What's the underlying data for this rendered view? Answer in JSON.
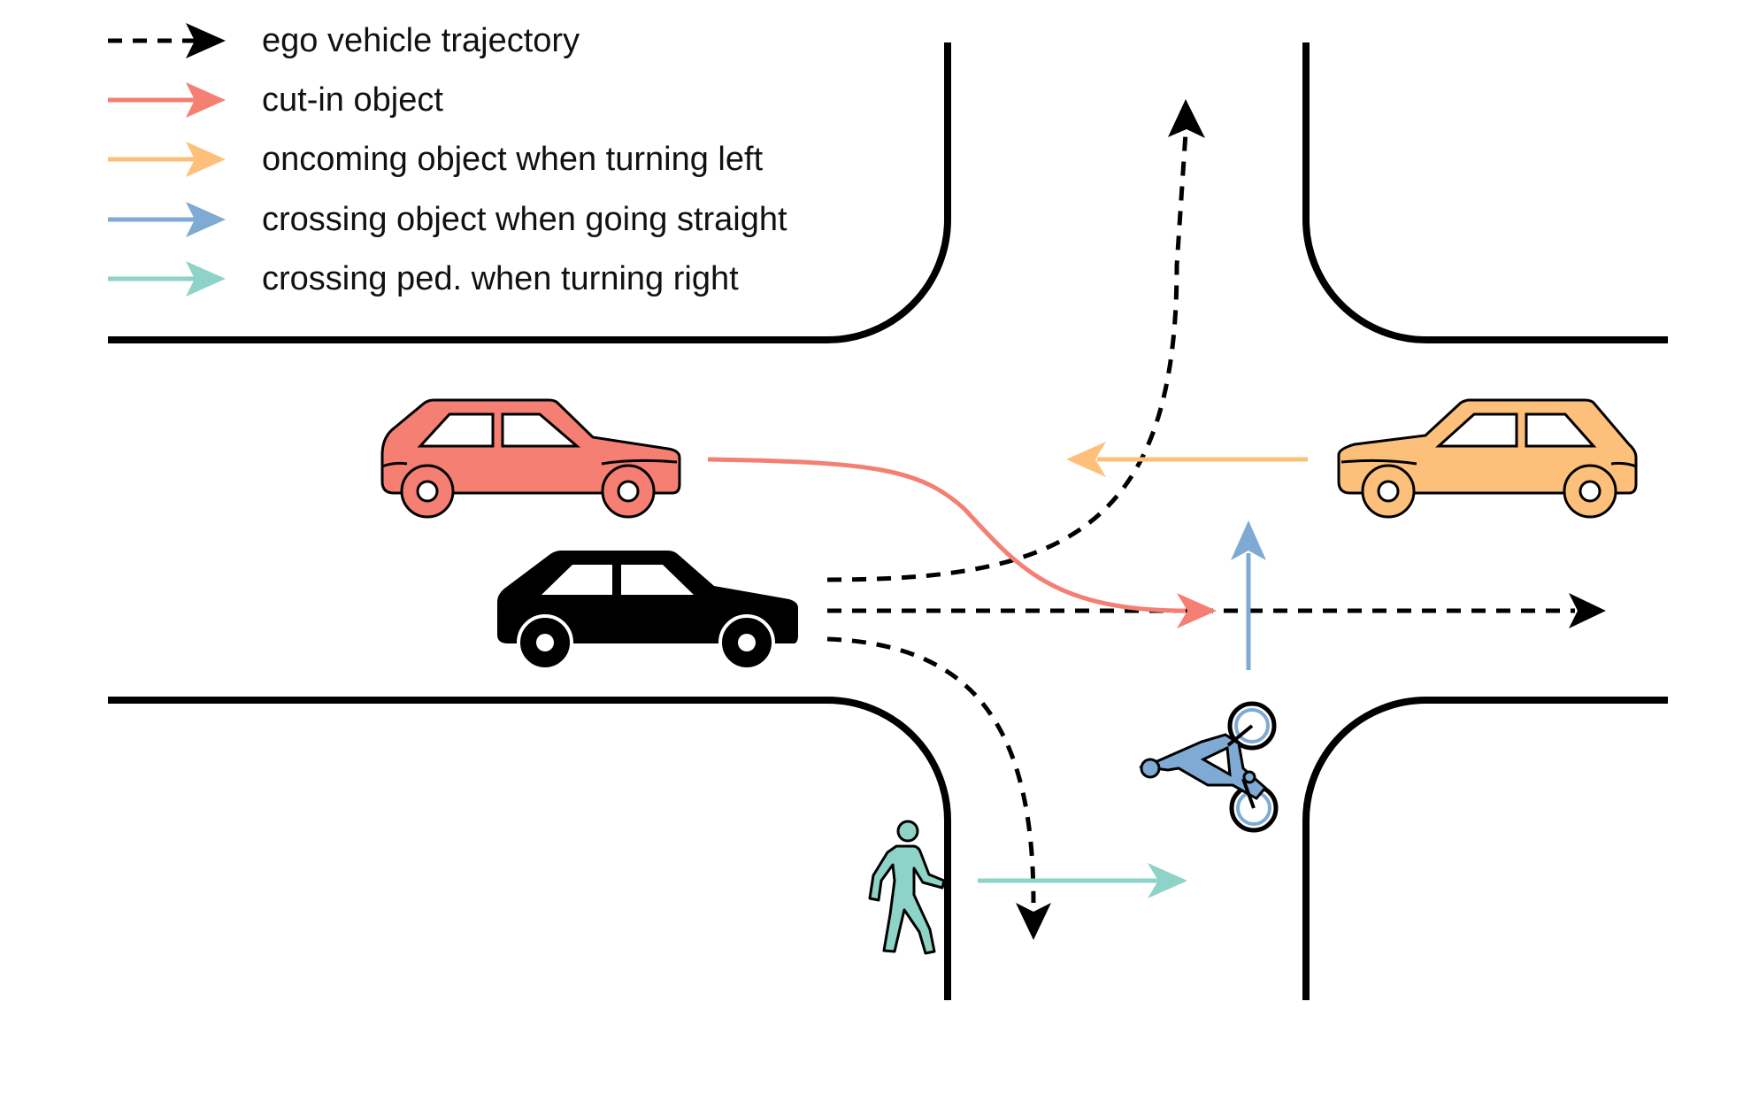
{
  "legend": {
    "items": [
      {
        "label": "ego vehicle trajectory",
        "color": "#000000",
        "style": "dashed"
      },
      {
        "label": "cut-in object",
        "color": "#F47F72",
        "style": "solid"
      },
      {
        "label": "oncoming object when turning left",
        "color": "#FDC07A",
        "style": "solid"
      },
      {
        "label": "crossing object when going straight",
        "color": "#7FAAD4",
        "style": "solid"
      },
      {
        "label": "crossing ped. when turning right",
        "color": "#8DD3C7",
        "style": "solid"
      }
    ]
  },
  "colors": {
    "ego": "#000000",
    "cut_in": "#F47F72",
    "oncoming": "#FDC07A",
    "crossing": "#7FAAD4",
    "pedestrian": "#8DD3C7",
    "road": "#000000"
  },
  "icons": {
    "ego_vehicle": "car-icon",
    "cut_in_vehicle": "car-icon",
    "oncoming_vehicle": "car-icon",
    "cyclist": "bicycle-icon",
    "pedestrian": "pedestrian-icon"
  }
}
